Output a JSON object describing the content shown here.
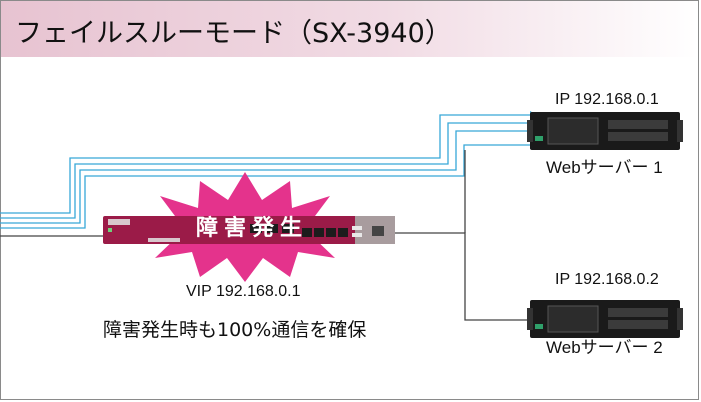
{
  "header": {
    "title": "フェイルスルーモード（SX-3940）"
  },
  "servers": [
    {
      "ip": "IP 192.168.0.1",
      "name": "Webサーバー 1"
    },
    {
      "ip": "IP 192.168.0.2",
      "name": "Webサーバー 2"
    }
  ],
  "appliance": {
    "vip": "VIP 192.168.0.1",
    "fault_label": "障害発生"
  },
  "caption": "障害発生時も100%通信を確保",
  "colors": {
    "accent": "#e4338c",
    "appliance_body": "#9b1b48",
    "link_blue": "#37a8d8",
    "link_dark": "#444444"
  }
}
